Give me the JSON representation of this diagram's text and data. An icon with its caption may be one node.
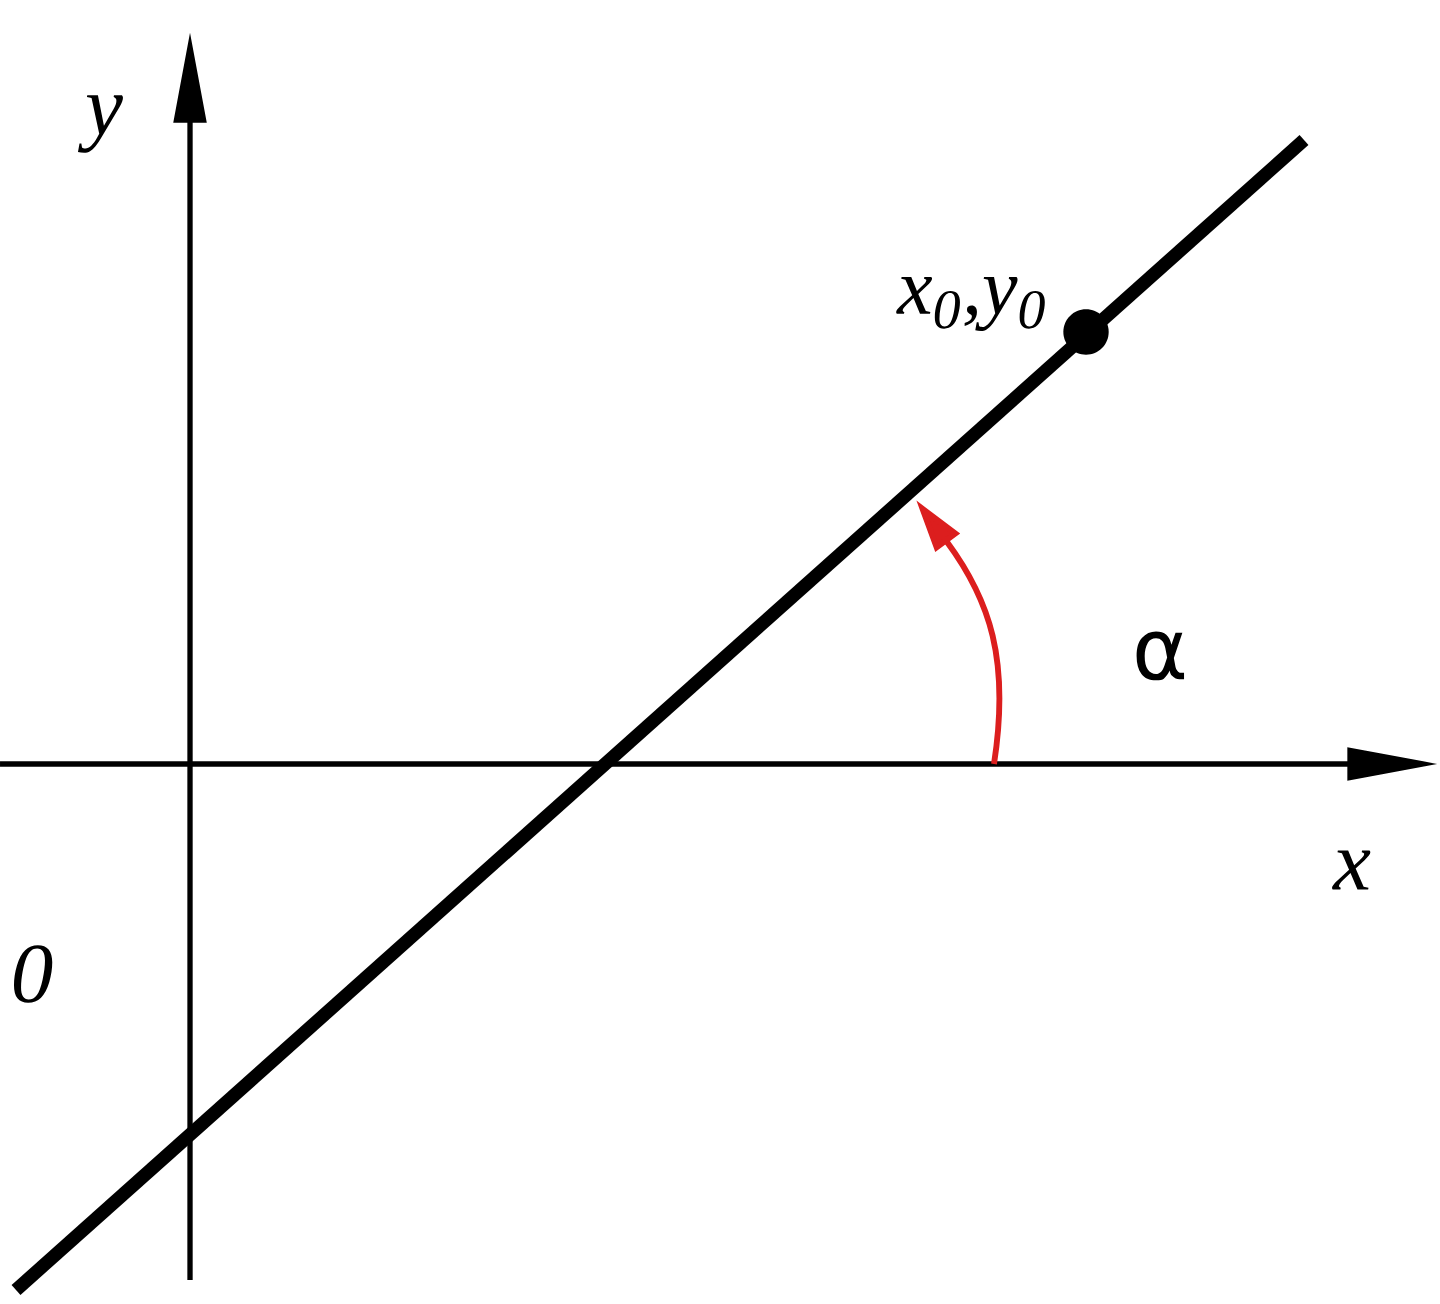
{
  "diagram": {
    "nodes": [
      {
        "text": [],
        "shape": "circle",
        "beside": [
          "x$_{0}$,y$_{0}$"
        ]
      }
    ],
    "labels": [
      "y",
      "α",
      "x",
      "0"
    ]
  }
}
